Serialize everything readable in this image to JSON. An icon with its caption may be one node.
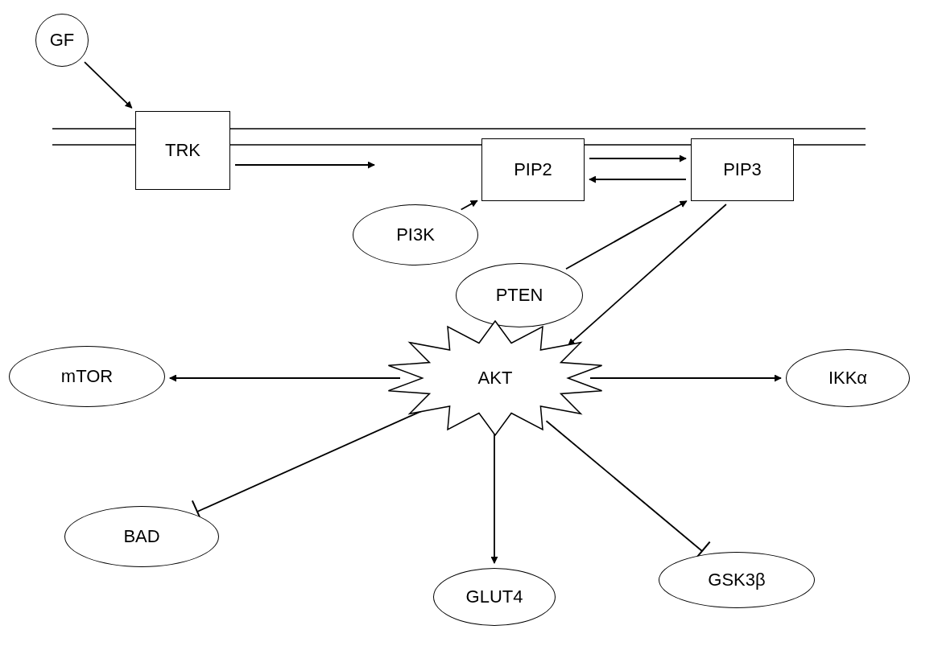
{
  "diagram": {
    "nodes": [
      {
        "text": [
          "GF"
        ]
      },
      {
        "text": [
          "TRK"
        ]
      },
      {
        "text": [
          "PIP2"
        ]
      },
      {
        "text": [
          "PIP3"
        ]
      },
      {
        "text": [
          "PI3K"
        ]
      },
      {
        "text": [
          "PTEN"
        ]
      },
      {
        "text": [
          "AKT"
        ]
      },
      {
        "text": [
          "mTOR"
        ]
      },
      {
        "text": [
          "IKKα"
        ]
      },
      {
        "text": [
          "BAD"
        ]
      },
      {
        "text": [
          "GLUT4"
        ]
      },
      {
        "text": [
          "GSK3β"
        ]
      }
    ],
    "edges": [
      {
        "from": 0,
        "to": 1,
        "arrow": "to"
      },
      {
        "from": 1,
        "to": null,
        "arrow": "to"
      },
      {
        "from": 4,
        "to": 2,
        "arrow": "to"
      },
      {
        "from": 2,
        "to": 3,
        "arrow": "to"
      },
      {
        "from": 3,
        "to": 2,
        "arrow": "to"
      },
      {
        "from": 5,
        "to": 3,
        "arrow": "to"
      },
      {
        "from": 3,
        "to": 6,
        "arrow": "to"
      },
      {
        "from": 6,
        "to": 7,
        "arrow": "to"
      },
      {
        "from": 6,
        "to": 8,
        "arrow": "to"
      },
      {
        "from": 6,
        "to": 9,
        "arrow": "other"
      },
      {
        "from": 6,
        "to": 10,
        "arrow": "to"
      },
      {
        "from": 6,
        "to": 11,
        "arrow": "other"
      }
    ]
  }
}
